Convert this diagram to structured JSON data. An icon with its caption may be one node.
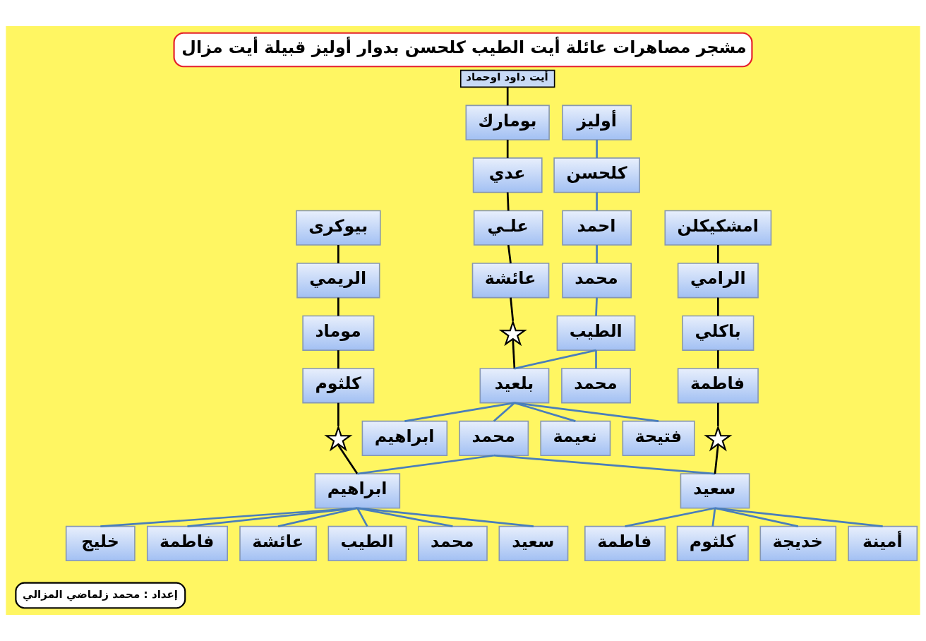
{
  "diagram": {
    "title": "مشجر مصاهرات عائلة أيت الطيب كلحسن بدوار أوليز قبيلة أيت مزال",
    "nodes": [
      {
        "text": [
          "أوليز"
        ]
      },
      {
        "text": [
          "كلحسن"
        ]
      },
      {
        "text": [
          "احمد"
        ]
      },
      {
        "text": [
          "محمد"
        ]
      },
      {
        "text": [
          "الطيب"
        ]
      },
      {
        "text": [
          "محمد"
        ]
      },
      {
        "text": [
          "بلعيد"
        ]
      },
      {
        "text": [
          "فتيحة"
        ]
      },
      {
        "text": [
          "نعيمة"
        ]
      },
      {
        "text": [
          "محمد"
        ]
      },
      {
        "text": [
          "ابراهيم"
        ]
      },
      {
        "text": [
          "سعيد"
        ]
      },
      {
        "text": [
          "ابراهيم"
        ]
      },
      {
        "text": [
          "أمينة"
        ]
      },
      {
        "text": [
          "خديجة"
        ]
      },
      {
        "text": [
          "كلثوم"
        ]
      },
      {
        "text": [
          "فاطمة"
        ]
      },
      {
        "text": [
          "سعيد"
        ]
      },
      {
        "text": [
          "محمد"
        ]
      },
      {
        "text": [
          "الطيب"
        ]
      },
      {
        "text": [
          "عائشة"
        ]
      },
      {
        "text": [
          "فاطمة"
        ]
      },
      {
        "text": [
          "خليج"
        ]
      },
      {
        "text": [
          "أيت داود اوحماد"
        ]
      },
      {
        "text": [
          "بومارك"
        ]
      },
      {
        "text": [
          "عدي"
        ]
      },
      {
        "text": [
          "علـي"
        ]
      },
      {
        "text": [
          "عائشة"
        ]
      },
      {
        "text": [
          "بيوكرى"
        ]
      },
      {
        "text": [
          "الريمي"
        ]
      },
      {
        "text": [
          "موماد"
        ]
      },
      {
        "text": [
          "كلثوم"
        ]
      },
      {
        "text": [
          "امشكيكلن"
        ]
      },
      {
        "text": [
          "الرامي"
        ]
      },
      {
        "text": [
          "باكلي"
        ]
      },
      {
        "text": [
          "فاطمة"
        ]
      },
      {
        "text": [],
        "shape": "star"
      },
      {
        "text": [],
        "shape": "star"
      },
      {
        "text": [],
        "shape": "star"
      }
    ],
    "edges": [
      {
        "from": 0,
        "to": 1,
        "arrow": "none"
      },
      {
        "from": 1,
        "to": 2,
        "arrow": "none"
      },
      {
        "from": 2,
        "to": 3,
        "arrow": "none"
      },
      {
        "from": 3,
        "to": 4,
        "arrow": "none"
      },
      {
        "from": 4,
        "to": 6,
        "arrow": "none"
      },
      {
        "from": 4,
        "to": 5,
        "arrow": "none"
      },
      {
        "from": 6,
        "to": 10,
        "arrow": "none"
      },
      {
        "from": 6,
        "to": 9,
        "arrow": "none"
      },
      {
        "from": 6,
        "to": 8,
        "arrow": "none"
      },
      {
        "from": 6,
        "to": 7,
        "arrow": "none"
      },
      {
        "from": 9,
        "to": 12,
        "arrow": "none"
      },
      {
        "from": 9,
        "to": 11,
        "arrow": "none"
      },
      {
        "from": 12,
        "to": 22,
        "arrow": "none"
      },
      {
        "from": 12,
        "to": 21,
        "arrow": "none"
      },
      {
        "from": 12,
        "to": 20,
        "arrow": "none"
      },
      {
        "from": 12,
        "to": 19,
        "arrow": "none"
      },
      {
        "from": 12,
        "to": 18,
        "arrow": "none"
      },
      {
        "from": 12,
        "to": 17,
        "arrow": "none"
      },
      {
        "from": 11,
        "to": 16,
        "arrow": "none"
      },
      {
        "from": 11,
        "to": 15,
        "arrow": "none"
      },
      {
        "from": 11,
        "to": 14,
        "arrow": "none"
      },
      {
        "from": 11,
        "to": 13,
        "arrow": "none"
      },
      {
        "from": 23,
        "to": 24,
        "arrow": "none",
        "color": "#000000"
      },
      {
        "from": 24,
        "to": 25,
        "arrow": "none",
        "color": "#000000"
      },
      {
        "from": 25,
        "to": 26,
        "arrow": "none",
        "color": "#000000"
      },
      {
        "from": 26,
        "to": 27,
        "arrow": "none",
        "color": "#000000"
      },
      {
        "from": 27,
        "to": 36,
        "arrow": "none",
        "color": "#000000"
      },
      {
        "from": 36,
        "to": 6,
        "arrow": "none",
        "color": "#000000"
      },
      {
        "from": 28,
        "to": 29,
        "arrow": "none",
        "color": "#000000"
      },
      {
        "from": 29,
        "to": 30,
        "arrow": "none",
        "color": "#000000"
      },
      {
        "from": 30,
        "to": 31,
        "arrow": "none",
        "color": "#000000"
      },
      {
        "from": 31,
        "to": 37,
        "arrow": "none",
        "color": "#000000"
      },
      {
        "from": 37,
        "to": 12,
        "arrow": "none",
        "color": "#000000"
      },
      {
        "from": 32,
        "to": 33,
        "arrow": "none",
        "color": "#000000"
      },
      {
        "from": 33,
        "to": 34,
        "arrow": "none",
        "color": "#000000"
      },
      {
        "from": 34,
        "to": 35,
        "arrow": "none",
        "color": "#000000"
      },
      {
        "from": 35,
        "to": 38,
        "arrow": "none",
        "color": "#000000"
      },
      {
        "from": 38,
        "to": 11,
        "arrow": "none",
        "color": "#000000"
      }
    ],
    "labels": [
      "إعداد : محمد زلماضي المزالي"
    ]
  }
}
